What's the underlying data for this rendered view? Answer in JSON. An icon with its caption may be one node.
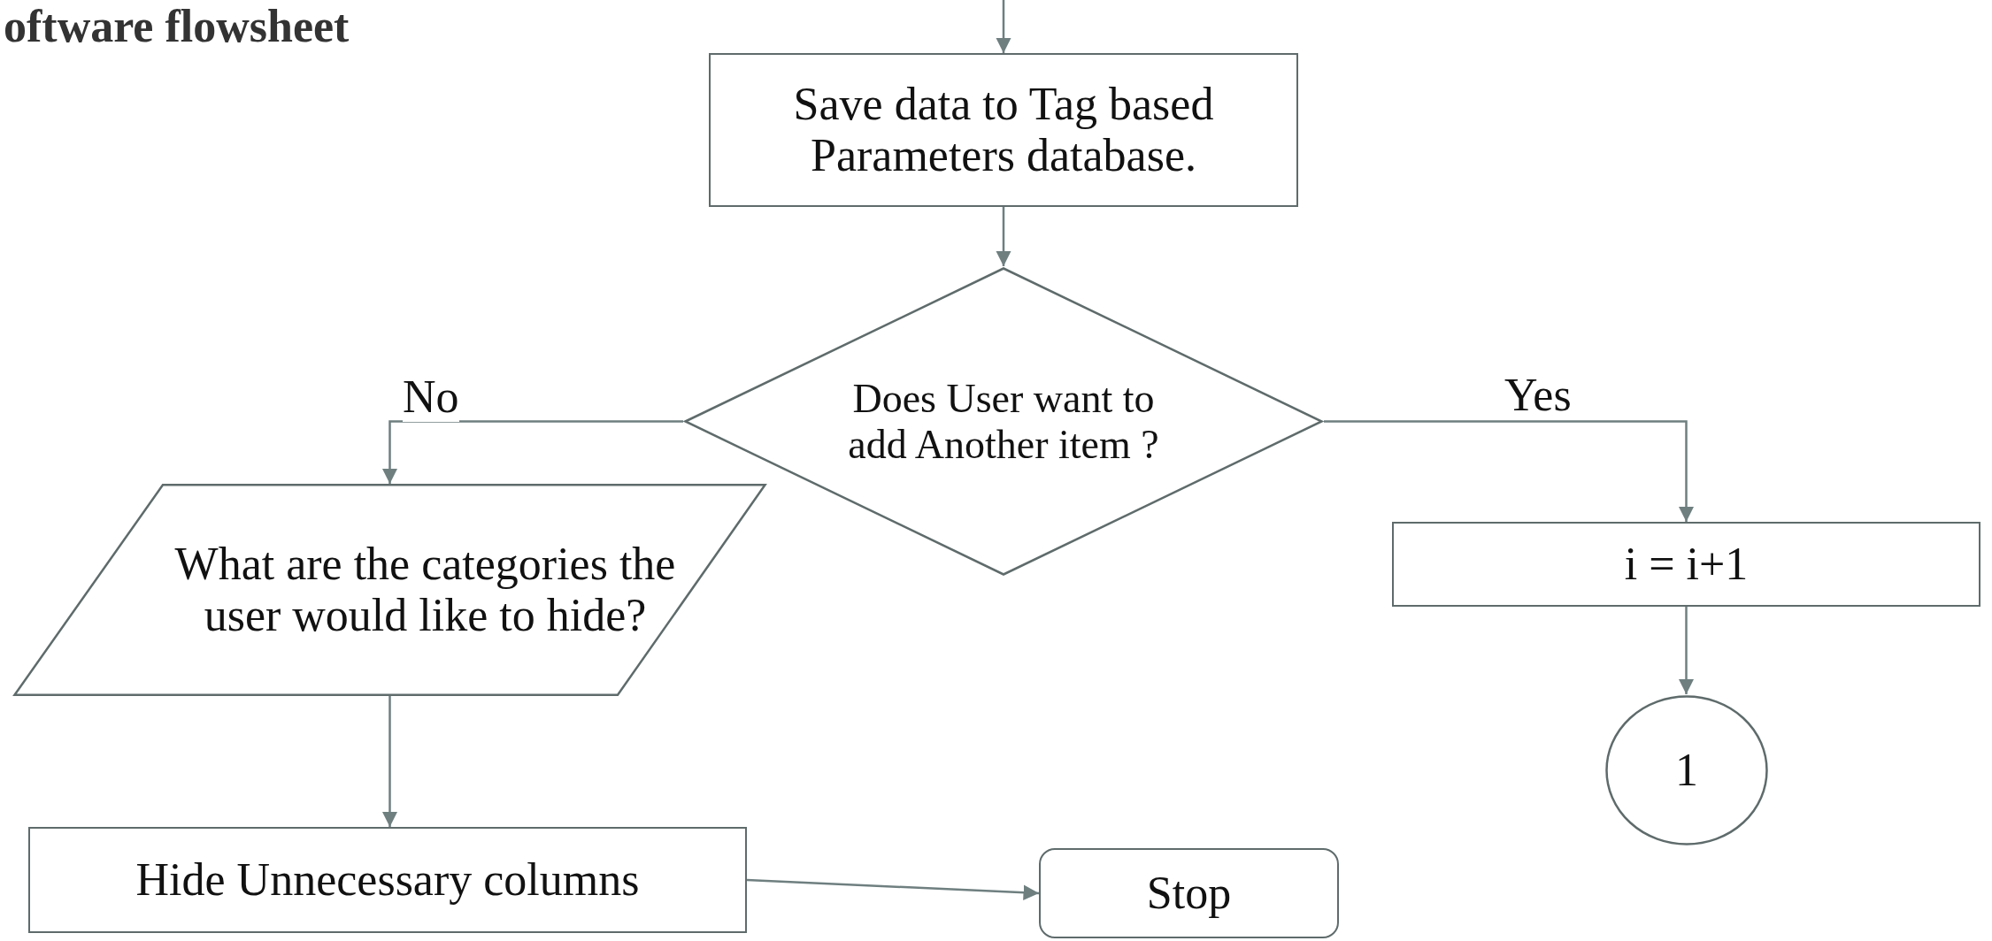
{
  "diagram": {
    "title": "oftware flowsheet",
    "nodes": [
      {
        "text": [
          "Save data to Tag based Parameters database."
        ]
      },
      {
        "text": [
          "Does User want to add Another item ?"
        ]
      },
      {
        "text": [
          "What are the categories the user would like to hide?"
        ]
      },
      {
        "text": [
          "i = i+1"
        ]
      },
      {
        "text": [
          "Hide Unnecessary columns"
        ]
      },
      {
        "text": [
          "1"
        ]
      },
      {
        "text": [
          "Stop"
        ]
      }
    ],
    "edges": [
      {
        "from": null,
        "to": 0,
        "arrow": "to"
      },
      {
        "from": 0,
        "to": 1,
        "arrow": "to"
      },
      {
        "from": 1,
        "to": 2,
        "arrow": "to",
        "label": "No"
      },
      {
        "from": 1,
        "to": 3,
        "arrow": "to",
        "label": "Yes"
      },
      {
        "from": 2,
        "to": 4,
        "arrow": "to"
      },
      {
        "from": 3,
        "to": 5,
        "arrow": "to"
      },
      {
        "from": 4,
        "to": 6,
        "arrow": "to"
      }
    ]
  }
}
